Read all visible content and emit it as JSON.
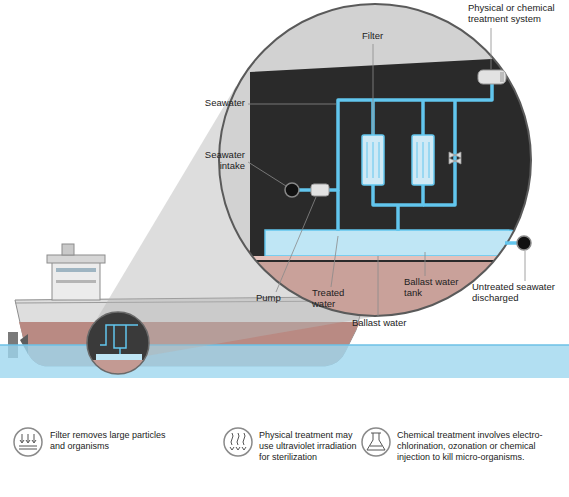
{
  "diagram": {
    "labels": [
      "Filter",
      "Physical or chemical treatment system",
      "Seawater",
      "Seawater intake",
      "Pump",
      "Treated water",
      "Ballast water tank",
      "Ballast water",
      "Untreated seawater discharged"
    ],
    "legend": [
      {
        "text": "Filter removes large particles and organisms"
      },
      {
        "text": "Physical treatment may use ultraviolet irradiation for sterilization"
      },
      {
        "text": "Chemical treatment involves electro-chlorination, ozonation or chemical injection to kill micro-organisms."
      }
    ]
  }
}
